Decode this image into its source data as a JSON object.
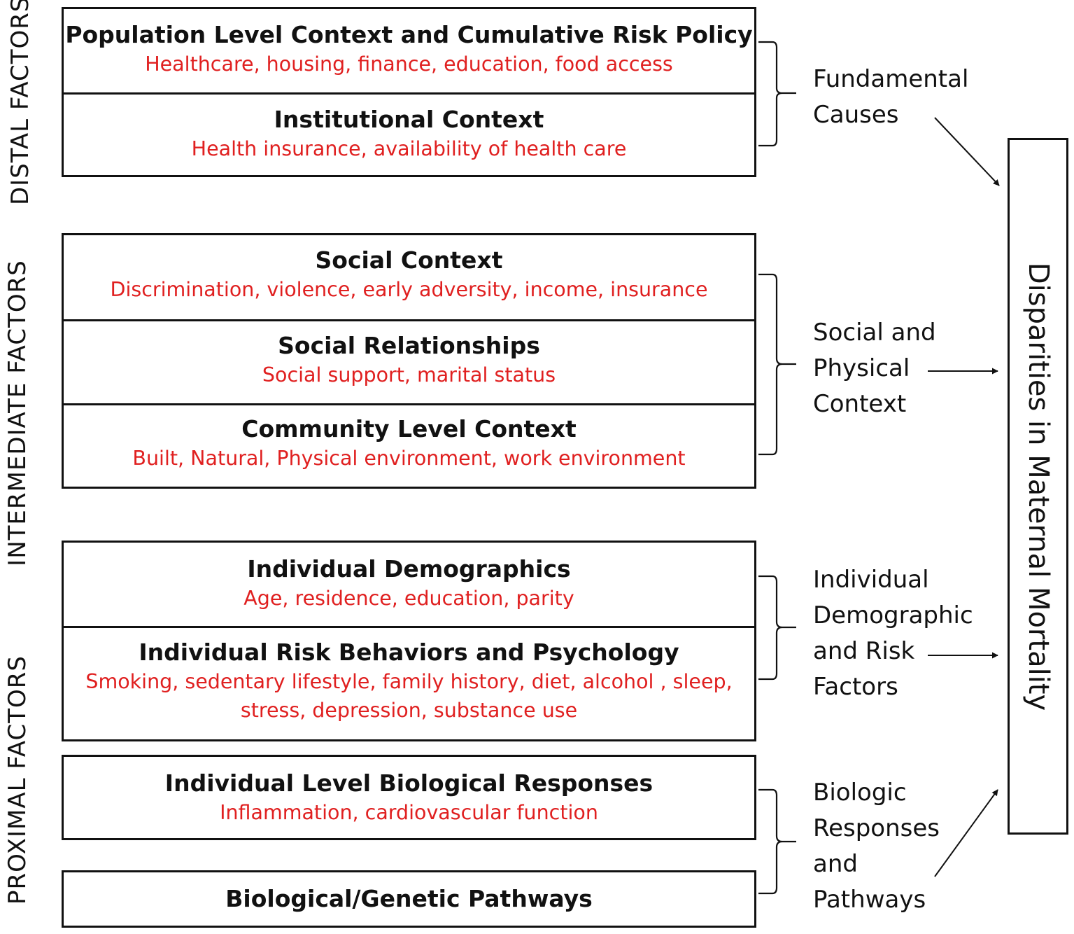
{
  "side_labels": {
    "distal": "DISTAL FACTORS",
    "intermediate": "INTERMEDIATE FACTORS",
    "proximal": "PROXIMAL FACTORS"
  },
  "boxes": {
    "population": {
      "title": "Population Level Context and Cumulative Risk Policy",
      "sub": "Healthcare, housing, finance, education, food access"
    },
    "institutional": {
      "title": "Institutional Context",
      "sub": "Health insurance, availability of health care"
    },
    "social_context": {
      "title": "Social Context",
      "sub": "Discrimination,  violence, early adversity, income, insurance"
    },
    "social_relationships": {
      "title": "Social Relationships",
      "sub": "Social support, marital status"
    },
    "community": {
      "title": "Community Level Context",
      "sub": "Built, Natural, Physical environment, work environment"
    },
    "demographics": {
      "title": "Individual Demographics",
      "sub": "Age, residence, education, parity"
    },
    "risk_behaviors": {
      "title": "Individual Risk Behaviors and Psychology",
      "sub1": "Smoking, sedentary lifestyle, family history, diet, alcohol , sleep,",
      "sub2": "stress, depression, substance use"
    },
    "biological_responses": {
      "title": "Individual Level Biological Responses",
      "sub": "Inflammation, cardiovascular function"
    },
    "genetic": {
      "title": "Biological/Genetic Pathways"
    }
  },
  "causes": {
    "fundamental": [
      "Fundamental",
      "Causes"
    ],
    "social_physical": [
      "Social and",
      "Physical",
      "Context"
    ],
    "individual": [
      "Individual",
      "Demographic",
      "and Risk",
      "Factors"
    ],
    "biologic": [
      "Biologic",
      "Responses",
      "and",
      "Pathways"
    ]
  },
  "outcome": "Disparities in Maternal Mortality"
}
